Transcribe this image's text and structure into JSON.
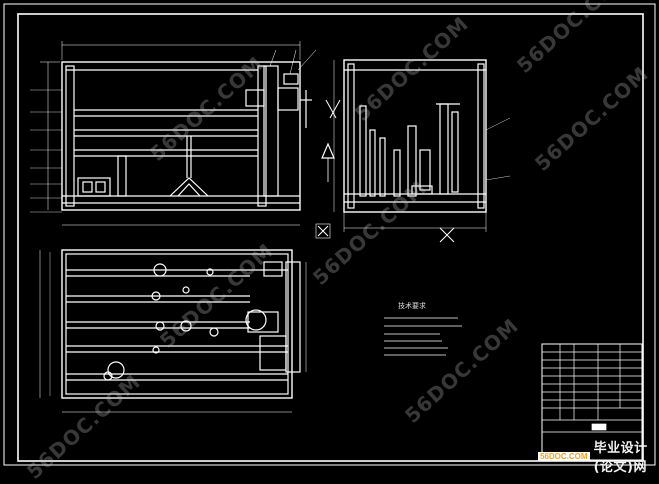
{
  "drawing": {
    "views": [
      "front-view",
      "side-view",
      "top-view"
    ],
    "tech_requirements_title": "技术要求",
    "tech_requirements_lines": 6,
    "line_color": "#ffffff",
    "background": "#000000"
  },
  "watermarks": [
    {
      "text": "56DOC.COM"
    },
    {
      "text": "56DOC.COM"
    },
    {
      "text": "56DOC.COM"
    },
    {
      "text": "56DOC.COM"
    },
    {
      "text": "56DOC.COM"
    },
    {
      "text": "56DOC.COM"
    },
    {
      "text": "56DOC.COM"
    },
    {
      "text": "56DOC.COM"
    }
  ],
  "brand": {
    "logo": "56DOC.COM",
    "text": "毕业设计(论文)网",
    "logo_color": "#f7a21b"
  }
}
